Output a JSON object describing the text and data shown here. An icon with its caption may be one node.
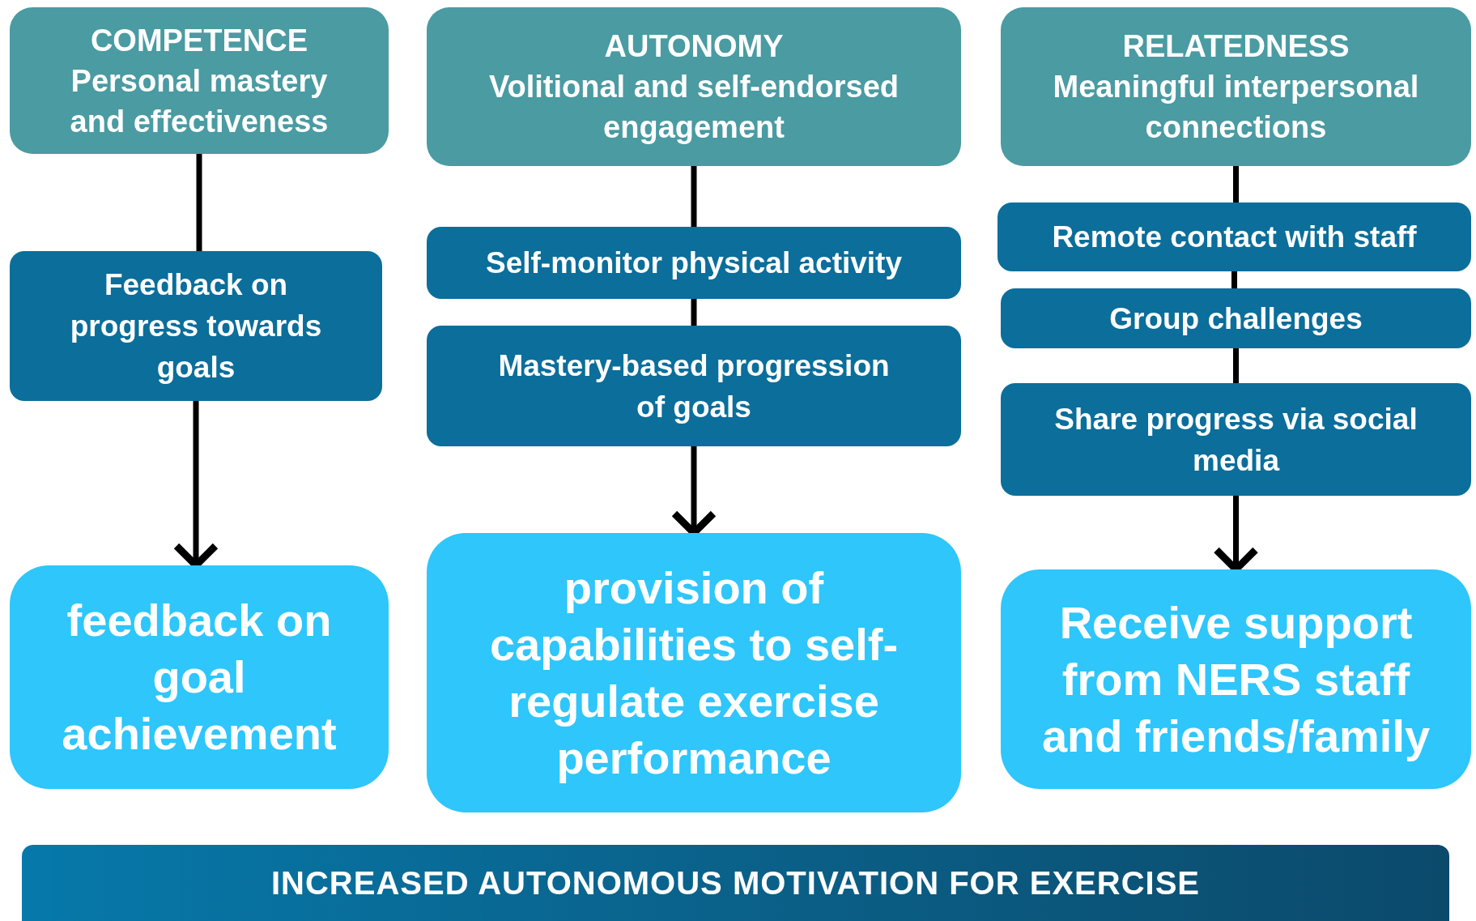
{
  "diagram": {
    "nodes": [
      {
        "text": [
          "COMPETENCE",
          "Personal mastery and effectiveness"
        ]
      },
      {
        "text": [
          "AUTONOMY",
          "Volitional and self-endorsed engagement"
        ]
      },
      {
        "text": [
          "RELATEDNESS",
          "Meaningful interpersonal connections"
        ]
      },
      {
        "text": [
          "Feedback on progress towards goals"
        ]
      },
      {
        "text": [
          "Self-monitor physical activity"
        ]
      },
      {
        "text": [
          "Mastery-based progression of goals"
        ]
      },
      {
        "text": [
          "Remote contact with staff"
        ]
      },
      {
        "text": [
          "Group challenges"
        ]
      },
      {
        "text": [
          "Share progress via social media"
        ]
      },
      {
        "text": [
          "feedback on goal achievement"
        ]
      },
      {
        "text": [
          "provision of capabilities to self-regulate exercise performance"
        ]
      },
      {
        "text": [
          "Receive support from NERS staff and friends/family"
        ]
      },
      {
        "text": [
          "INCREASED AUTONOMOUS MOTIVATION FOR EXERCISE"
        ]
      }
    ],
    "edges": [
      {
        "from": 0,
        "to": 3,
        "arrow": "none"
      },
      {
        "from": 3,
        "to": 9,
        "arrow": "to"
      },
      {
        "from": 1,
        "to": 4,
        "arrow": "none"
      },
      {
        "from": 4,
        "to": 5,
        "arrow": "none"
      },
      {
        "from": 5,
        "to": 10,
        "arrow": "to"
      },
      {
        "from": 2,
        "to": 6,
        "arrow": "none"
      },
      {
        "from": 6,
        "to": 7,
        "arrow": "none"
      },
      {
        "from": 7,
        "to": 8,
        "arrow": "none"
      },
      {
        "from": 8,
        "to": 11,
        "arrow": "to"
      }
    ]
  }
}
